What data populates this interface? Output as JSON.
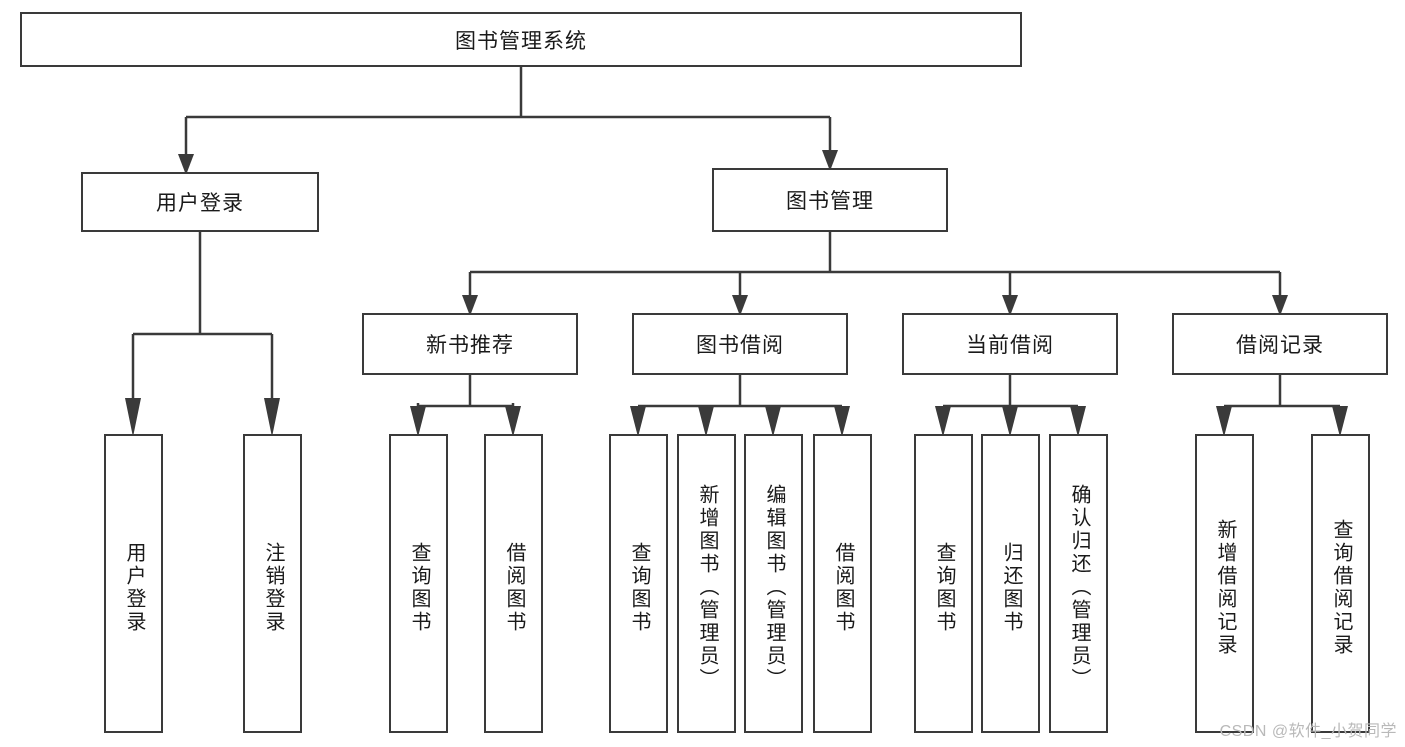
{
  "diagram": {
    "title": "图书管理系统",
    "type": "tree-hierarchy-diagram",
    "colors": {
      "box_border": "#3a3a3a",
      "box_fill": "#ffffff",
      "connector": "#3a3a3a",
      "watermark": "#b9b9b9"
    },
    "root": {
      "label": "图书管理系统"
    },
    "level2": [
      {
        "label": "用户登录"
      },
      {
        "label": "图书管理"
      }
    ],
    "level3": [
      {
        "label": "新书推荐"
      },
      {
        "label": "图书借阅"
      },
      {
        "label": "当前借阅"
      },
      {
        "label": "借阅记录"
      }
    ],
    "leaves": {
      "user_login": [
        {
          "label": "用户登录"
        },
        {
          "label": "注销登录"
        }
      ],
      "new_book_recommend": [
        {
          "label": "查询图书"
        },
        {
          "label": "借阅图书"
        }
      ],
      "book_borrow": [
        {
          "label": "查询图书"
        },
        {
          "label": "新增图书（管理员）"
        },
        {
          "label": "编辑图书（管理员）"
        },
        {
          "label": "借阅图书"
        }
      ],
      "current_borrow": [
        {
          "label": "查询图书"
        },
        {
          "label": "归还图书"
        },
        {
          "label": "确认归还（管理员）"
        }
      ],
      "borrow_record": [
        {
          "label": "新增借阅记录"
        },
        {
          "label": "查询借阅记录"
        }
      ]
    }
  },
  "watermark": {
    "text": "CSDN @软件_小贺同学"
  }
}
